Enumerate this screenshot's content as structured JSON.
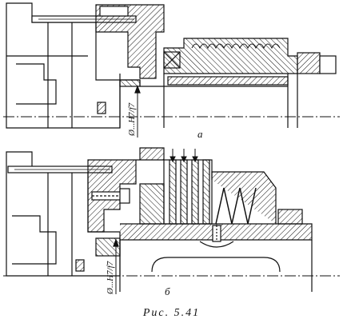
{
  "views": {
    "a": {
      "letter": "а",
      "fit_label": "Ø...H7/f7"
    },
    "b": {
      "letter": "б",
      "fit_label": "Ø...H7/f7"
    }
  },
  "caption": "Рис. 5.41",
  "colors": {
    "ink": "#111111",
    "paper": "#ffffff"
  }
}
